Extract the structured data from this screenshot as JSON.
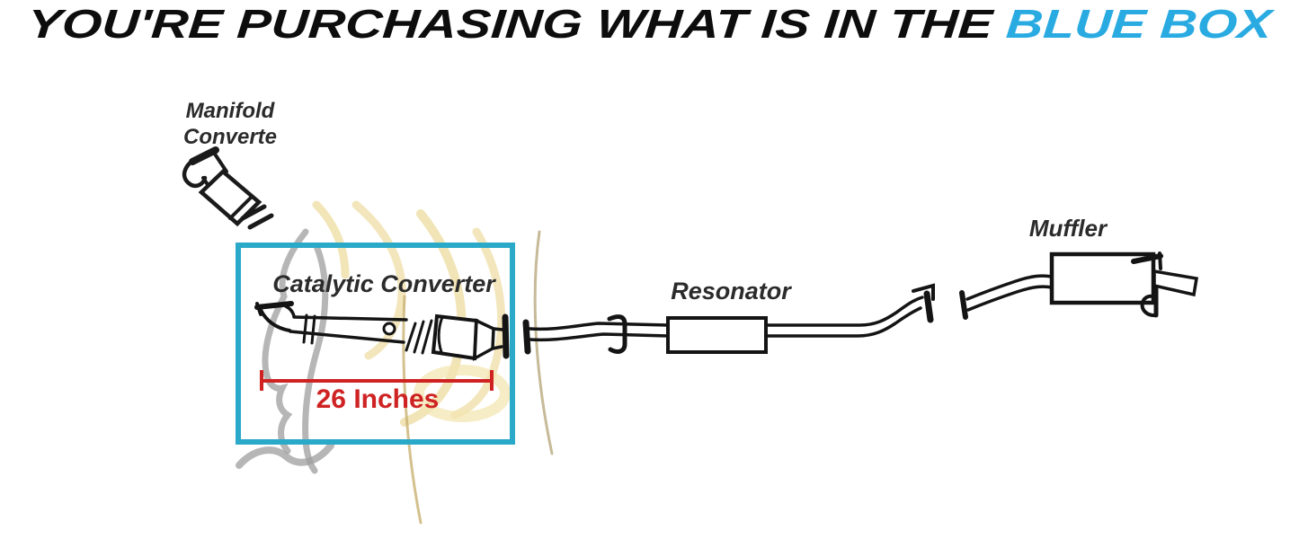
{
  "header": {
    "prefix": "YOU'RE PURCHASING WHAT IS IN THE",
    "highlight": "BLUE BOX",
    "prefix_color": "#0d0d0d",
    "highlight_color": "#29abe2"
  },
  "diagram": {
    "labels": {
      "manifold_line1": "Manifold",
      "manifold_line2": "Converte",
      "catalytic": "Catalytic Converter",
      "resonator": "Resonator",
      "muffler": "Muffler"
    },
    "dimension": {
      "label": "26 Inches",
      "color": "#cf2222"
    },
    "highlight_box": {
      "color": "#2aa9c9"
    },
    "line_art_color": "#141414",
    "watermark_colors": {
      "mane_yellow": "#f0e0ab",
      "horse_gray": "#9d9d9d"
    }
  }
}
